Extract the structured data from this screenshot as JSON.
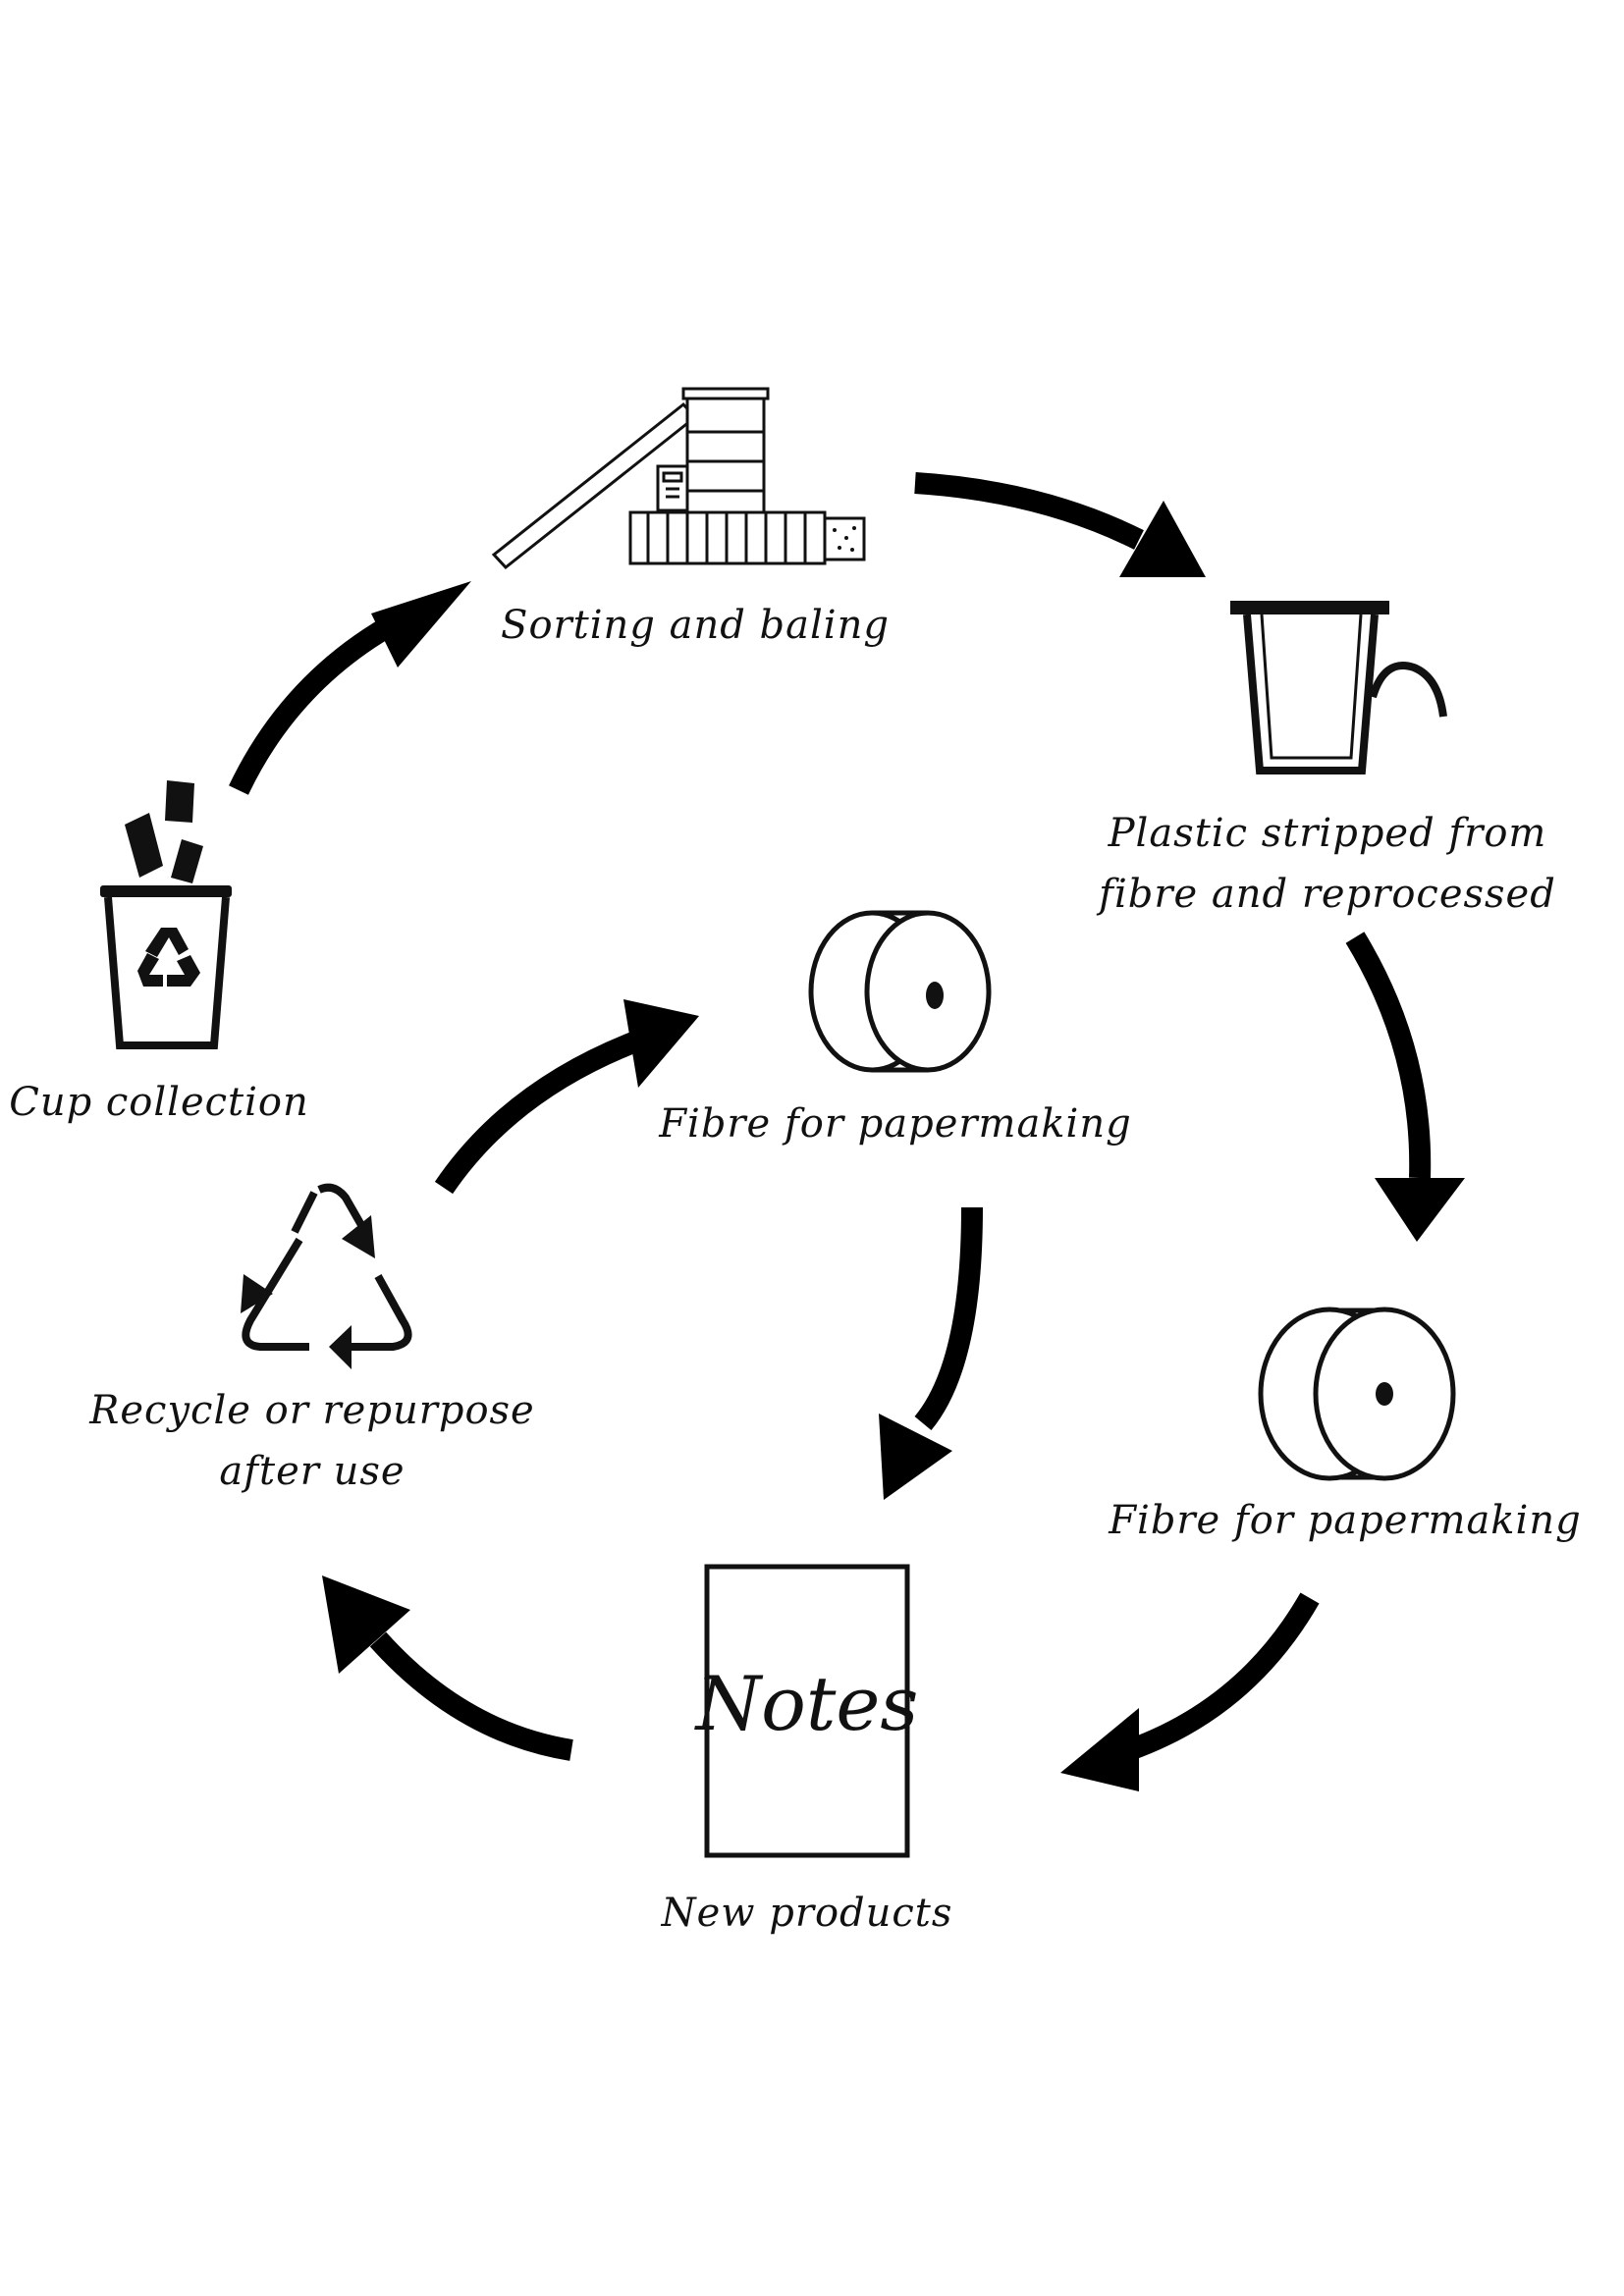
{
  "steps": {
    "sorting": {
      "label": "Sorting and baling",
      "icon": "baler-machine-icon"
    },
    "plastic": {
      "label_line1": "Plastic stripped from",
      "label_line2": "fibre and reprocessed",
      "icon": "cup-stripping-icon"
    },
    "fibre_outer": {
      "label": "Fibre for papermaking",
      "icon": "paper-roll-icon"
    },
    "products": {
      "label": "New products",
      "notebook_text": "Notes",
      "icon": "notebook-icon"
    },
    "recycle": {
      "label_line1": "Recycle or repurpose",
      "label_line2": "after use",
      "icon": "recycle-triangle-icon"
    },
    "collection": {
      "label": "Cup collection",
      "icon": "recycling-bin-icon"
    },
    "fibre_inner": {
      "label": "Fibre for papermaking",
      "icon": "paper-roll-icon"
    }
  },
  "colors": {
    "ink": "#000000",
    "background": "#ffffff"
  }
}
